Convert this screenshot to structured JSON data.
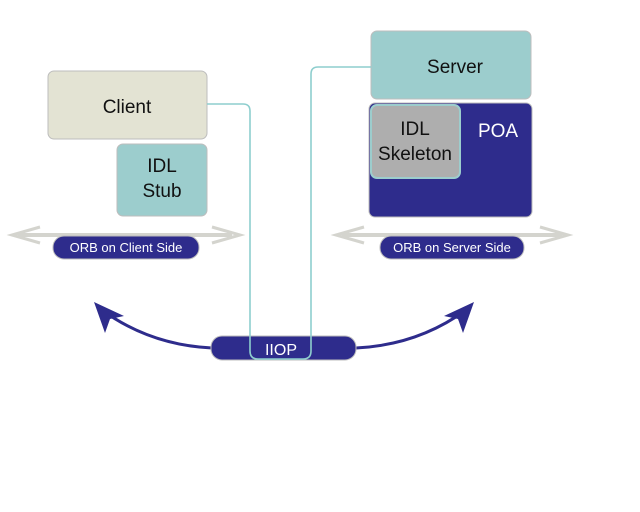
{
  "boxes": {
    "client": "Client",
    "idl_stub_line1": "IDL",
    "idl_stub_line2": "Stub",
    "server": "Server",
    "idl_skeleton_line1": "IDL",
    "idl_skeleton_line2": "Skeleton",
    "poa": "POA"
  },
  "bars": {
    "orb_client": "ORB on Client Side",
    "orb_server": "ORB on Server Side",
    "iiop": "IIOP"
  },
  "colors": {
    "client_fill": "#e3e3d3",
    "teal_fill": "#9ccdcd",
    "navy": "#2e2c8c",
    "skeleton_gray": "#aeaeae",
    "connector_line": "#8ecece",
    "arrow_gray": "#d4d4ce",
    "box_stroke": "#bdbdbd",
    "white_text": "#ffffff",
    "dark_text": "#111111"
  }
}
